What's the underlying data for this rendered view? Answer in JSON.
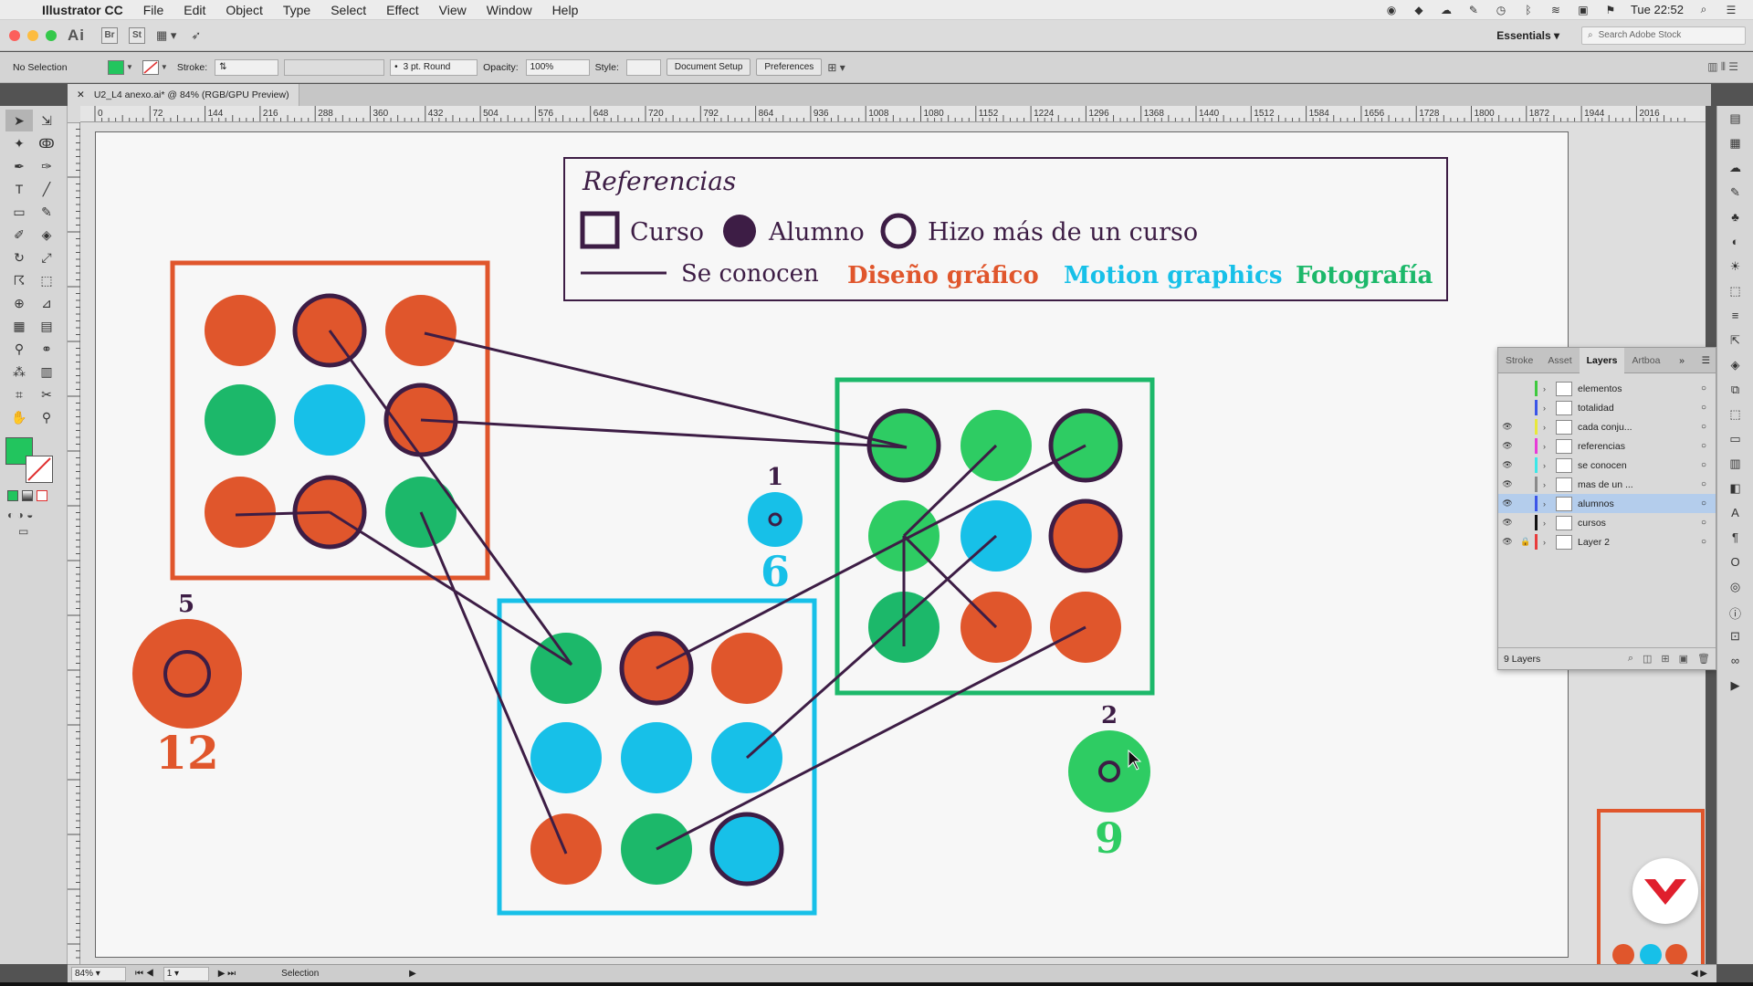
{
  "menubar": {
    "app_name": "Illustrator CC",
    "items": [
      "File",
      "Edit",
      "Object",
      "Type",
      "Select",
      "Effect",
      "View",
      "Window",
      "Help"
    ],
    "clock": "Tue 22:52"
  },
  "appbar": {
    "logo": "Ai",
    "bridge": "Br",
    "stock": "St",
    "workspace": "Essentials",
    "search_placeholder": "Search Adobe Stock"
  },
  "control": {
    "selection": "No Selection",
    "stroke_label": "Stroke:",
    "brush": "3 pt. Round",
    "opacity_label": "Opacity:",
    "opacity_value": "100%",
    "style_label": "Style:",
    "document_setup": "Document Setup",
    "preferences": "Preferences",
    "fill_color": "#22c55e"
  },
  "document": {
    "tab_title": "U2_L4 anexo.ai* @ 84% (RGB/GPU Preview)"
  },
  "ruler": {
    "ticks": [
      "0",
      "72",
      "144",
      "216",
      "288",
      "360",
      "432",
      "504",
      "576",
      "648",
      "720",
      "792",
      "864",
      "936",
      "1008",
      "1080",
      "1152",
      "1224",
      "1296",
      "1368",
      "1440",
      "1512",
      "1584",
      "1656",
      "1728",
      "1800",
      "1872",
      "1944",
      "2016"
    ]
  },
  "artwork": {
    "legend": {
      "title": "Referencias",
      "curso": "Curso",
      "alumno": "Alumno",
      "hizo": "Hizo más de un curso",
      "se_conocen": "Se conocen",
      "diseno": "Diseño gráfico",
      "motion": "Motion graphics",
      "fotografia": "Fotografía"
    },
    "counts": {
      "orange_small": "5",
      "orange_big": "12",
      "blue_small": "1",
      "blue_big": "6",
      "green_small": "2",
      "green_big": "9"
    },
    "colors": {
      "orange": "#e0562c",
      "blue": "#17c0e8",
      "green": "#1cb86a",
      "light_green": "#2ecc63",
      "purple": "#3d1d45"
    }
  },
  "layers_panel": {
    "tabs": [
      "Stroke",
      "Asset",
      "Layers",
      "Artboa"
    ],
    "layers": [
      {
        "name": "elementos",
        "color": "#3ec93e",
        "visible": false,
        "locked": false
      },
      {
        "name": "totalidad",
        "color": "#3b55e8",
        "visible": false,
        "locked": false
      },
      {
        "name": "cada conju...",
        "color": "#e8e83b",
        "visible": true,
        "locked": false
      },
      {
        "name": "referencias",
        "color": "#e83bd8",
        "visible": true,
        "locked": false
      },
      {
        "name": "se conocen",
        "color": "#3be8e8",
        "visible": true,
        "locked": false
      },
      {
        "name": "mas de un ...",
        "color": "#8a8a8a",
        "visible": true,
        "locked": false
      },
      {
        "name": "alumnos",
        "color": "#3b55e8",
        "visible": true,
        "locked": false,
        "selected": true
      },
      {
        "name": "cursos",
        "color": "#111111",
        "visible": true,
        "locked": false
      },
      {
        "name": "Layer 2",
        "color": "#e83b3b",
        "visible": true,
        "locked": true
      }
    ],
    "footer": "9 Layers"
  },
  "status": {
    "zoom": "84%",
    "page": "1",
    "tool": "Selection"
  }
}
